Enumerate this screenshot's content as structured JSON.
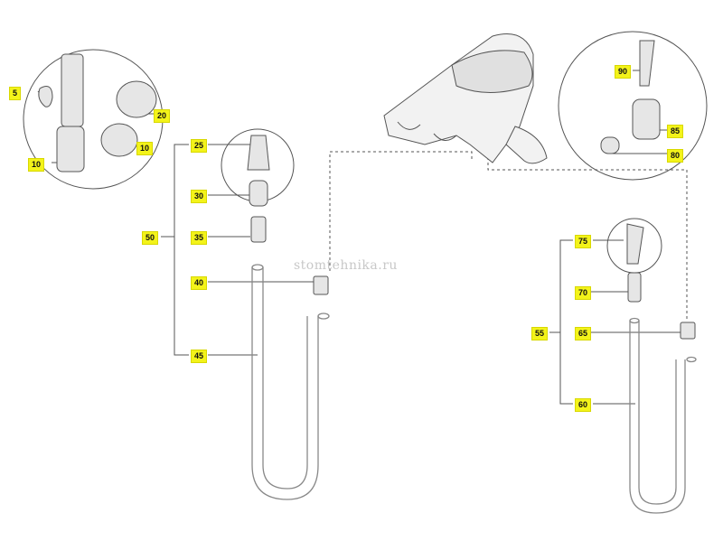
{
  "watermark": "stomtehnika.ru",
  "labels": {
    "l5": "5",
    "l20": "20",
    "l10a": "10",
    "l10b": "10",
    "l25": "25",
    "l30": "30",
    "l50": "50",
    "l35": "35",
    "l40": "40",
    "l45": "45",
    "l90": "90",
    "l85": "85",
    "l80": "80",
    "l75": "75",
    "l70": "70",
    "l55": "55",
    "l65": "65",
    "l60": "60"
  },
  "colors": {
    "label_bg": "#f3f31a",
    "line": "#555555",
    "part": "#888888"
  }
}
